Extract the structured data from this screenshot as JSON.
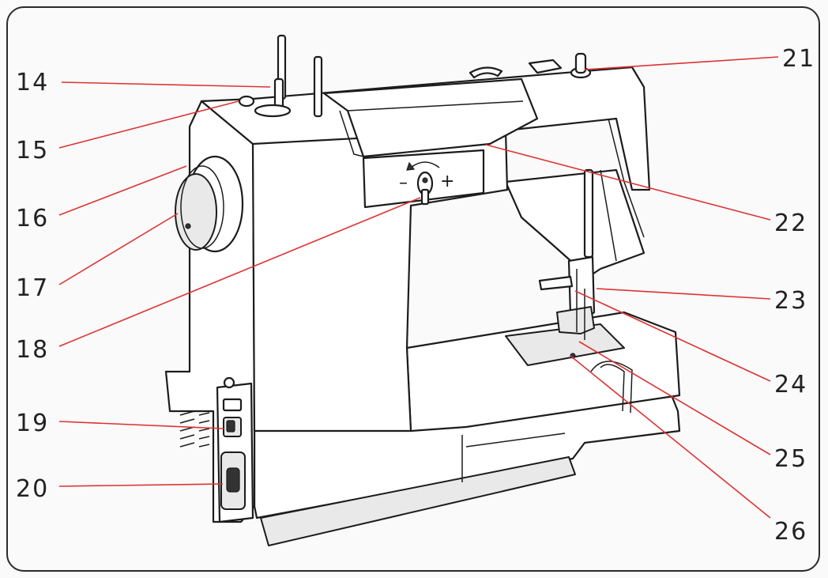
{
  "callouts": [
    {
      "id": "14",
      "label": "14"
    },
    {
      "id": "15",
      "label": "15"
    },
    {
      "id": "16",
      "label": "16"
    },
    {
      "id": "17",
      "label": "17"
    },
    {
      "id": "18",
      "label": "18"
    },
    {
      "id": "19",
      "label": "19"
    },
    {
      "id": "20",
      "label": "20"
    },
    {
      "id": "21",
      "label": "21"
    },
    {
      "id": "22",
      "label": "22"
    },
    {
      "id": "23",
      "label": "23"
    },
    {
      "id": "24",
      "label": "24"
    },
    {
      "id": "25",
      "label": "25"
    },
    {
      "id": "26",
      "label": "26"
    }
  ],
  "tension_dial": {
    "minus": "–",
    "plus": "+"
  },
  "leader_color": "#d33333",
  "line_color": "#1c1c1c"
}
